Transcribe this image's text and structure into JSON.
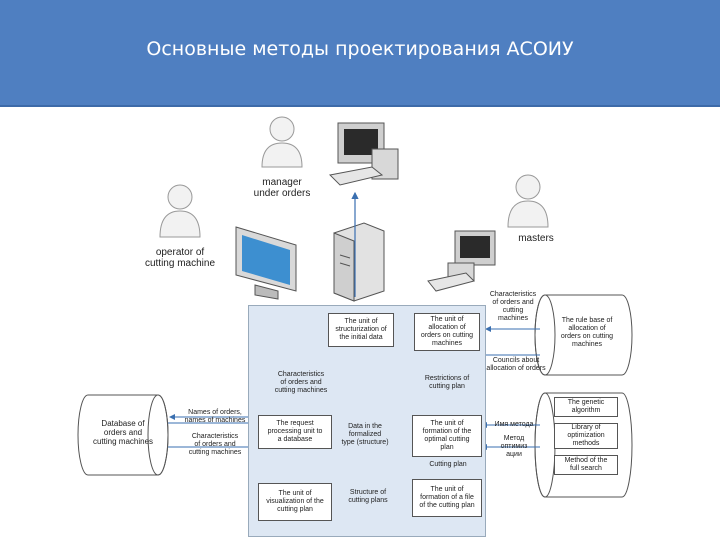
{
  "slide": {
    "title": "Основные методы проектирования АСОИУ"
  },
  "actors": {
    "manager": "manager\nunder orders",
    "operator": "operator of\ncutting machine",
    "masters": "masters"
  },
  "units": {
    "structurization": "The unit of\nstructurization of\nthe initial data",
    "allocation": "The unit of\nallocation of\norders on cutting\nmachines",
    "request": "The request\nprocessing unit to\na database",
    "formation_optimal": "The unit of\nformation of the\noptimal cutting\nplan",
    "visualization": "The unit of\nvisualization of the\ncutting plan",
    "formation_file": "The unit of\nformation of a file\nof the cutting plan"
  },
  "stores": {
    "database": "Database of\norders and\ncutting machines",
    "rule_base": "The rule base of\nallocation of\norders on cutting\nmachines",
    "genetic": "The genetic\nalgorithm",
    "library": "Library of\noptimization\nmethods",
    "full_search": "Method of the\nfull search"
  },
  "flows": {
    "char_top_right": "Characteristics\nof orders and\ncutting\nmachines",
    "councils": "Councils about\nallocation of orders",
    "char_middle": "Characteristics\nof orders and\ncutting machines",
    "restrictions": "Restrictions of\ncutting plan",
    "names": "Names of orders,\nnames of machines",
    "char_left": "Characteristics\nof orders and\ncutting machines",
    "formalized": "Data in the\nformalized\ntype (structure)",
    "method_name": "Имя метода",
    "method_opt": "Метод\nоптимиз\nации",
    "cutting_plan": "Cutting plan",
    "structure": "Structure of\ncutting plans"
  }
}
